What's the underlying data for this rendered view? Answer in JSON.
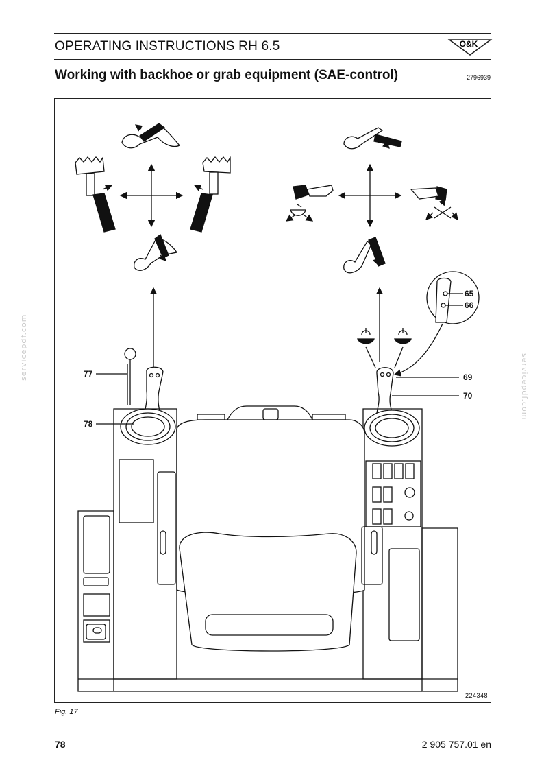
{
  "header": {
    "title": "OPERATING INSTRUCTIONS RH 6.5",
    "logo_text": "O&K"
  },
  "section": {
    "title": "Working with backhoe or grab equipment (SAE-control)",
    "doc_id": "2796939"
  },
  "figure": {
    "callouts": {
      "c65": "65",
      "c66": "66",
      "c69": "69",
      "c70": "70",
      "c77": "77",
      "c78": "78"
    },
    "figure_number": "224348",
    "caption": "Fig. 17"
  },
  "footer": {
    "page_number": "78",
    "doc_number": "2 905 757.01 en"
  },
  "watermark": "servicepdf.com"
}
